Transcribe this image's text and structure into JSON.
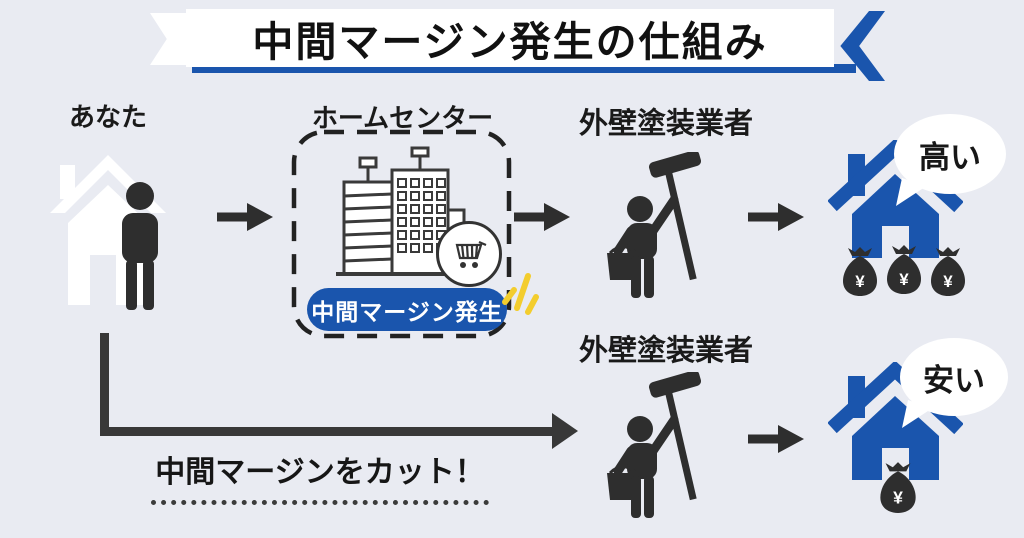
{
  "banner": {
    "title": "中間マージン発生の仕組み"
  },
  "colors": {
    "background": "#e9ebf2",
    "accent_blue": "#1a55ad",
    "icon_dark": "#2e2e2e",
    "sparkle_yellow": "#f3cd2e",
    "bubble_white": "#ffffff"
  },
  "top_flow": {
    "customer_label": "あなた",
    "home_center_label": "ホームセンター",
    "margin_badge_label": "中間マージン発生",
    "contractor_label": "外壁塗装業者",
    "price_bubble_label": "高い",
    "money_bag_symbol": "¥",
    "money_bag_count": 3
  },
  "bottom_flow": {
    "contractor_label": "外壁塗装業者",
    "price_bubble_label": "安い",
    "cut_label": "中間マージンをカット！",
    "money_bag_symbol": "¥",
    "money_bag_count": 1
  }
}
